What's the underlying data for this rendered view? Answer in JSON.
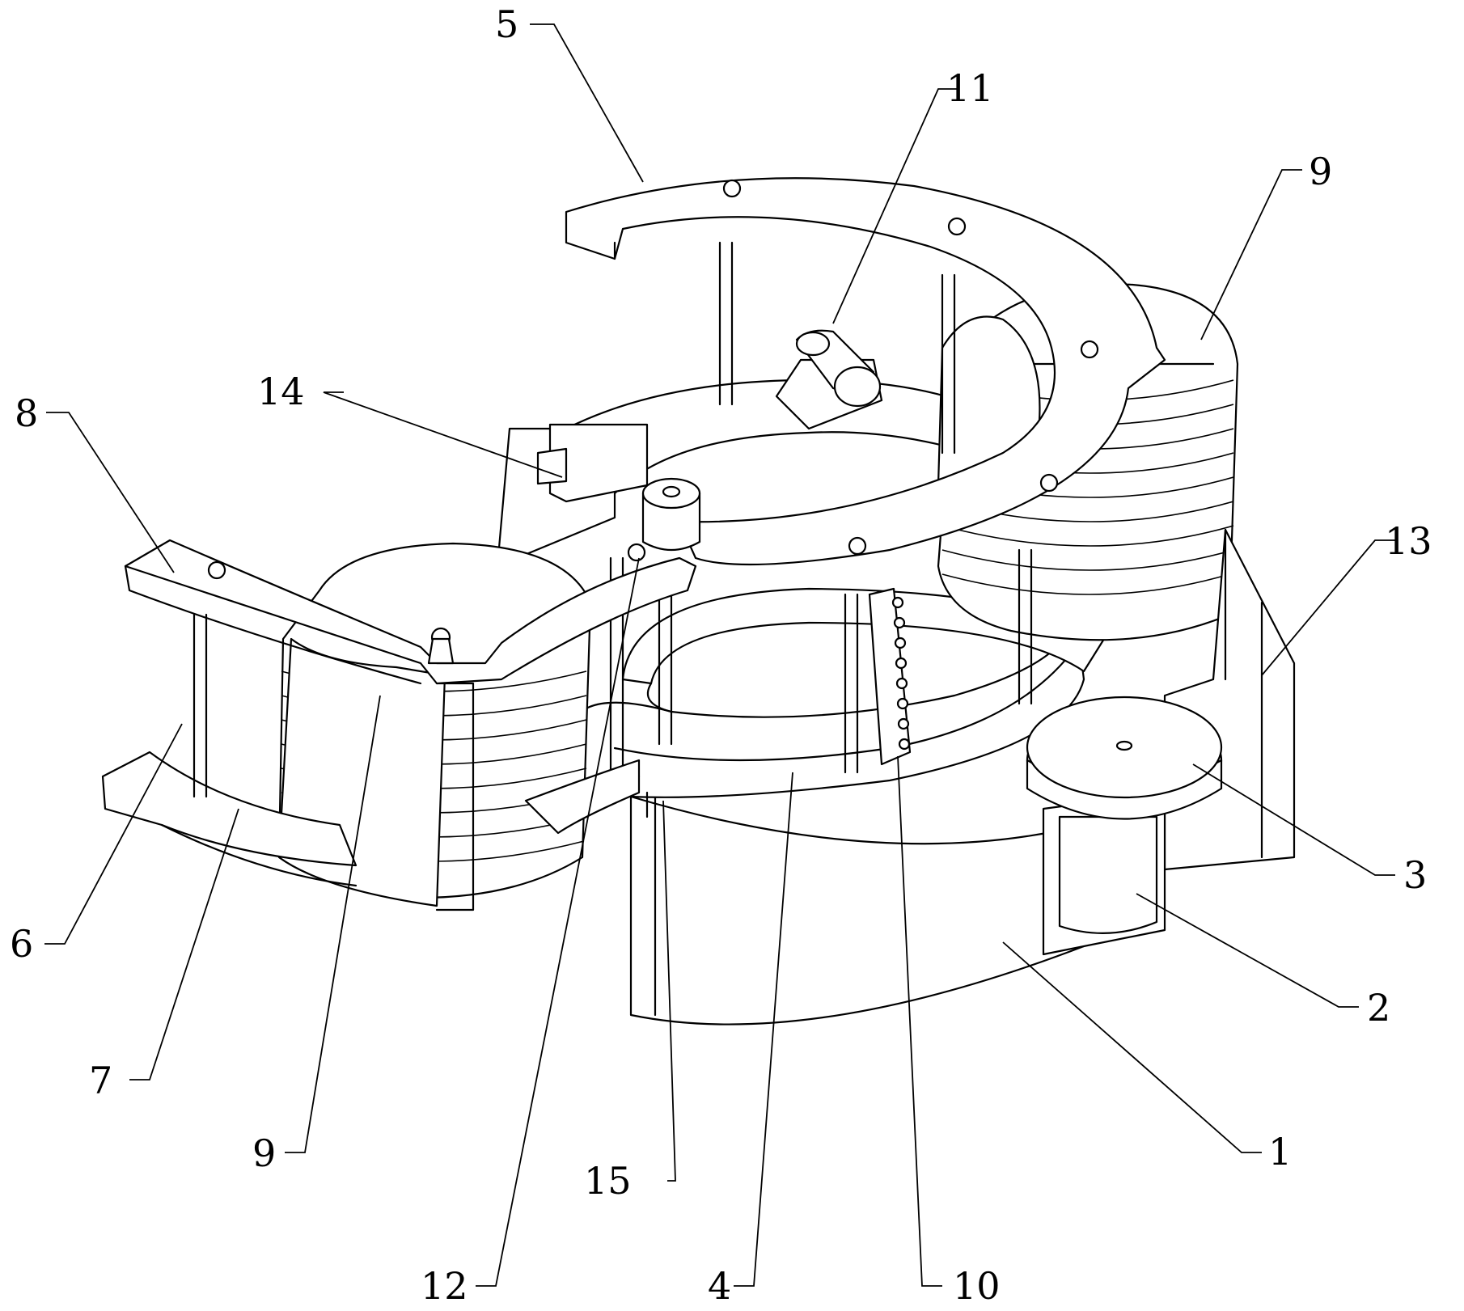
{
  "labels": {
    "l1": "1",
    "l2": "2",
    "l3": "3",
    "l4": "4",
    "l5": "5",
    "l6": "6",
    "l7": "7",
    "l8": "8",
    "l9_right": "9",
    "l9_left": "9",
    "l10": "10",
    "l11": "11",
    "l12": "12",
    "l13": "13",
    "l14": "14",
    "l15": "15"
  }
}
